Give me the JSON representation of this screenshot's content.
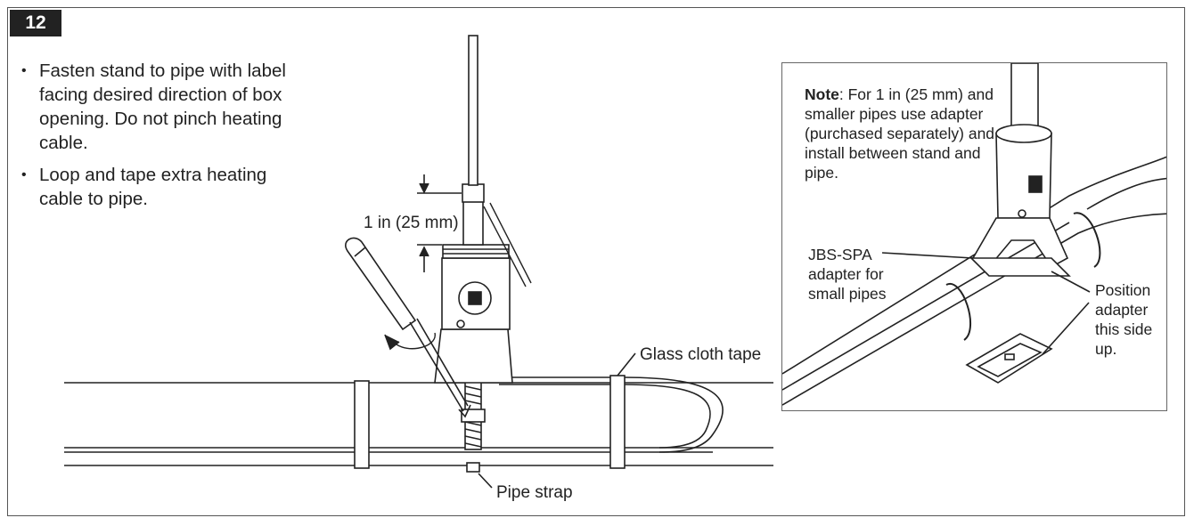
{
  "step": {
    "number": "12"
  },
  "instructions": [
    "Fasten stand to pipe with label facing desired direction of box opening. Do not pinch heating cable.",
    "Loop and tape extra heating cable to pipe."
  ],
  "labels": {
    "dimension": "1 in (25 mm)",
    "glass_cloth_tape": "Glass cloth tape",
    "pipe_strap": "Pipe strap"
  },
  "inset": {
    "note_bold": "Note",
    "note_text": ": For 1 in (25 mm) and smaller pipes use adapter (purchased separately) and install between stand and pipe.",
    "adapter_label": "JBS-SPA adapter for small pipes",
    "position_label": "Position adapter this side up."
  }
}
